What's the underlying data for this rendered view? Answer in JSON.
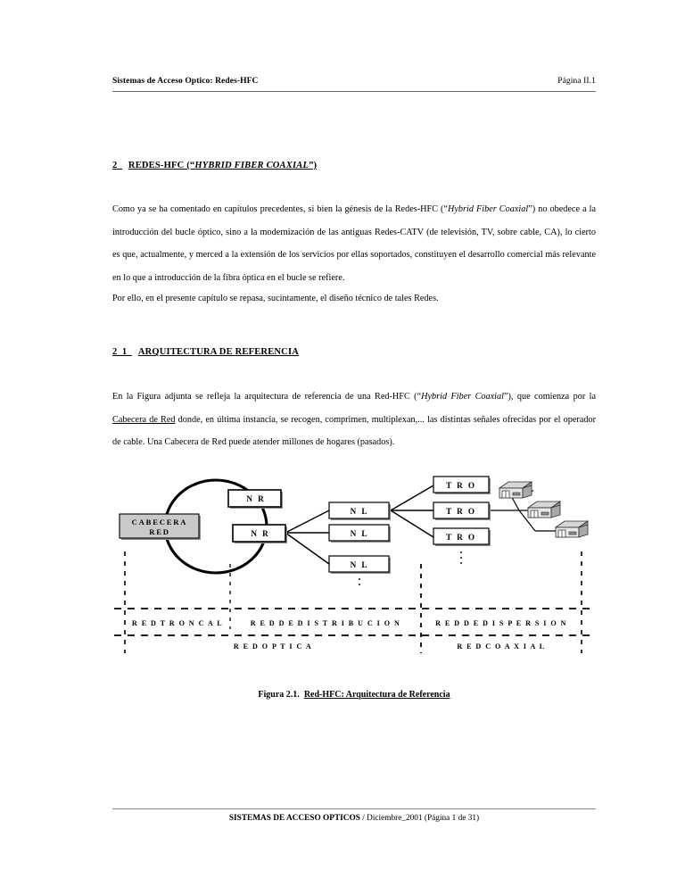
{
  "header": {
    "left": "Sistemas de Acceso Optico: Redes-HFC",
    "right": "Página  II.1"
  },
  "headings": {
    "section2": {
      "number": "2_",
      "title_pre": "REDES-HFC (“",
      "title_italic": "HYBRID FIBER COAXIAL",
      "title_post": "”)"
    },
    "section2_1": {
      "number": "2_1_",
      "title": "ARQUITECTURA DE REFERENCIA"
    }
  },
  "paragraphs": {
    "p1_a": "Como ya se ha comentado en capítulos precedentes, si bien la génesis de la Redes-HFC (“",
    "p1_italic": "Hybrid Fiber Coaxial",
    "p1_b": "”) no obedece a la introducción del bucle óptico, sino a la modernización de las antiguas Redes-CATV (de televisión, TV, sobre cable, CA), lo cierto es que, actualmente, y merced a la extensión de los servicios por ellas soportados, constituyen el desarrollo comercial más relevante en lo que a introducción de la fibra óptica en el bucle se refiere.",
    "p2": "Por ello, en el presente capítulo se repasa, sucintamente, el diseño técnico de tales Redes.",
    "p3_a": "En la Figura adjunta se refleja la arquitectura de referencia de una Red-HFC (“",
    "p3_italic": "Hybrid Fiber Coaxial",
    "p3_b": "”), que comienza por la ",
    "p3_underline": "Cabecera de Red",
    "p3_c": " donde, en última instancia, se recogen, comprimen, multiplexan,... las distintas señales ofrecidas por el operador de cable. Una Cabecera de Red puede atender millones de hogares (pasados)."
  },
  "figure": {
    "headend": {
      "line1": "CABECERA",
      "line2": "RED"
    },
    "nr_nodes": [
      {
        "label": "N R"
      },
      {
        "label": "N R"
      }
    ],
    "nl_nodes": [
      {
        "label": "N L"
      },
      {
        "label": "N L"
      },
      {
        "label": "N L"
      }
    ],
    "tro_nodes": [
      {
        "label": "T R O"
      },
      {
        "label": "T R O"
      },
      {
        "label": "T R O"
      }
    ],
    "zones_upper": [
      {
        "label": "R E D  T R O N C A L"
      },
      {
        "label": "R E D  D E  D I S T R I B U C I O N"
      },
      {
        "label": "R E D  D E  D I S P E R S I O N"
      }
    ],
    "zones_lower": [
      {
        "label": "R E D  O P T I C A"
      },
      {
        "label": "R E D  C O A X I A L"
      }
    ],
    "caption_number": "Figura 2.1.",
    "caption_text": "Red-HFC: Arquitectura de Referencia",
    "colors": {
      "headend_fill": "#c9c9c9",
      "box_stroke": "#000000",
      "shadow": "#8f8f8f",
      "line": "#000000"
    }
  },
  "footer": {
    "strong": "SISTEMAS DE ACCESO OPTICOS",
    "rest": " / Diciembre_2001  (Página 1 de 31)"
  }
}
